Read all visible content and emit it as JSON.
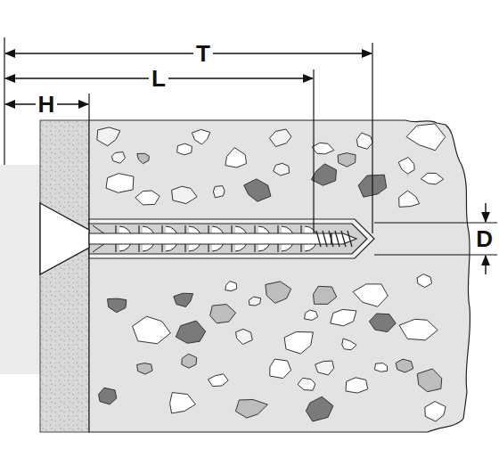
{
  "diagram": {
    "labels": [
      "T",
      "L",
      "H",
      "D"
    ]
  }
}
